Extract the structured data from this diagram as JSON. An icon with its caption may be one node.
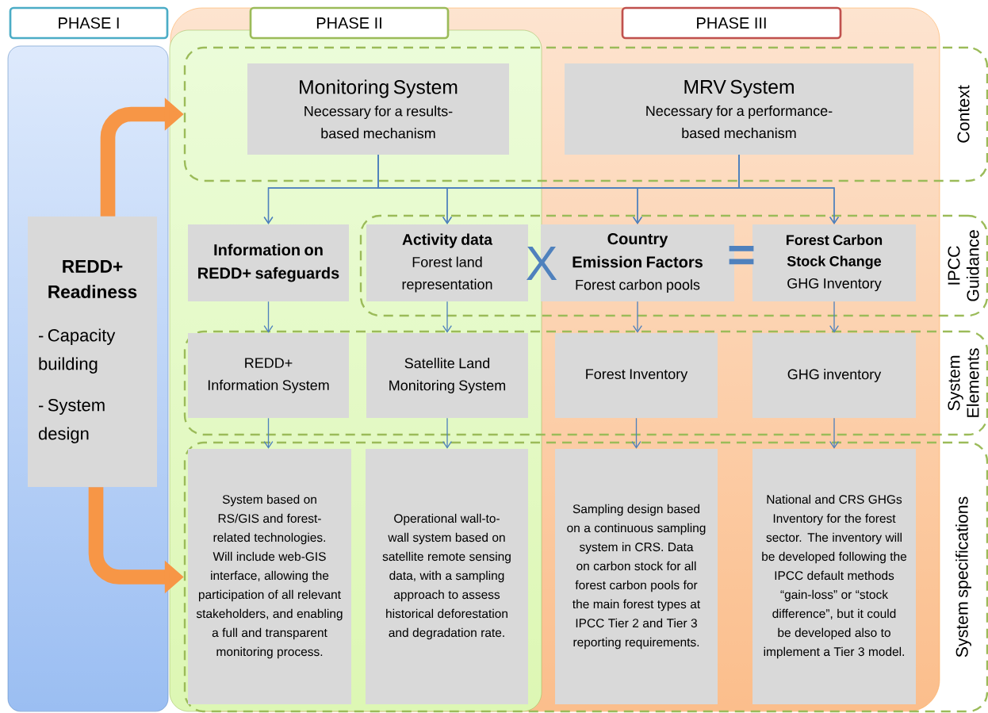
{
  "diagram": {
    "nodes": [
      {
        "text": [
          "PHASE I"
        ]
      },
      {
        "text": [
          "PHASE II"
        ]
      },
      {
        "text": [
          "PHASE III"
        ]
      },
      {
        "text": [
          "REDD+ Readiness",
          "- Capacity building",
          "- System design"
        ]
      },
      {
        "text": [
          "Context"
        ]
      },
      {
        "text": [
          "Monitoring System",
          "Necessary for a results-based mechanism"
        ],
        "in": 4
      },
      {
        "text": [
          "MRV System",
          "Necessary for a performance-based mechanism"
        ],
        "in": 4
      },
      {
        "text": [
          "IPCC Guidance"
        ]
      },
      {
        "text": [
          "Information on REDD+ safeguards"
        ]
      },
      {
        "text": [
          "Activity data",
          "Forest land representation"
        ],
        "in": 7
      },
      {
        "text": [
          "Country Emission Factors",
          "Forest carbon pools"
        ],
        "in": 7
      },
      {
        "text": [
          "Forest Carbon Stock Change",
          "GHG Inventory"
        ],
        "in": 7
      },
      {
        "text": [
          "System Elements"
        ]
      },
      {
        "text": [
          "REDD+ Information System"
        ],
        "in": 12
      },
      {
        "text": [
          "Satellite Land Monitoring System"
        ],
        "in": 12
      },
      {
        "text": [
          "Forest Inventory"
        ],
        "in": 12
      },
      {
        "text": [
          "GHG inventory"
        ],
        "in": 12
      },
      {
        "text": [
          "System specifications"
        ]
      },
      {
        "text": [
          "System based on RS/GIS and forest-related technologies. Will include web-GIS interface, allowing the participation of all relevant stakeholders, and enabling a full and transparent monitoring process."
        ],
        "in": 17
      },
      {
        "text": [
          "Operational wall-to-wall system based on satellite remote sensing data, with a sampling approach to assess historical deforestation and degradation rate."
        ],
        "in": 17
      },
      {
        "text": [
          "Sampling design based on a continuous sampling system in CRS. Data on carbon stock for all forest carbon pools for the main forest types at IPCC Tier 2 and Tier 3 reporting requirements."
        ],
        "in": 17
      },
      {
        "text": [
          "National and CRS GHGs Inventory for the forest sector. The inventory will be developed following the IPCC default methods “gain-loss” or “stock difference”, but it could be developed also to implement a Tier 3 model."
        ],
        "in": 17
      }
    ],
    "edges": [
      {
        "from": 5,
        "to": 8,
        "arrow": "to"
      },
      {
        "from": 5,
        "to": 9,
        "arrow": "to"
      },
      {
        "from": 5,
        "to": 10,
        "arrow": "to"
      },
      {
        "from": 5,
        "to": 11,
        "arrow": "to"
      },
      {
        "from": 6,
        "to": 8,
        "arrow": "to"
      },
      {
        "from": 6,
        "to": 9,
        "arrow": "to"
      },
      {
        "from": 6,
        "to": 10,
        "arrow": "to"
      },
      {
        "from": 6,
        "to": 11,
        "arrow": "to"
      },
      {
        "from": 8,
        "to": 13,
        "arrow": "to"
      },
      {
        "from": 9,
        "to": 14,
        "arrow": "to"
      },
      {
        "from": 10,
        "to": 15,
        "arrow": "to"
      },
      {
        "from": 11,
        "to": 16,
        "arrow": "to"
      },
      {
        "from": 13,
        "to": 18,
        "arrow": "to"
      },
      {
        "from": 14,
        "to": 19,
        "arrow": "to"
      },
      {
        "from": 15,
        "to": 20,
        "arrow": "to"
      },
      {
        "from": 16,
        "to": 21,
        "arrow": "to"
      },
      {
        "from": 3,
        "to": 4,
        "arrow": "to",
        "style": "thick",
        "color": "#f79646"
      },
      {
        "from": 3,
        "to": 17,
        "arrow": "to",
        "style": "thick",
        "color": "#f79646"
      }
    ],
    "labels": [
      "X",
      "="
    ]
  }
}
